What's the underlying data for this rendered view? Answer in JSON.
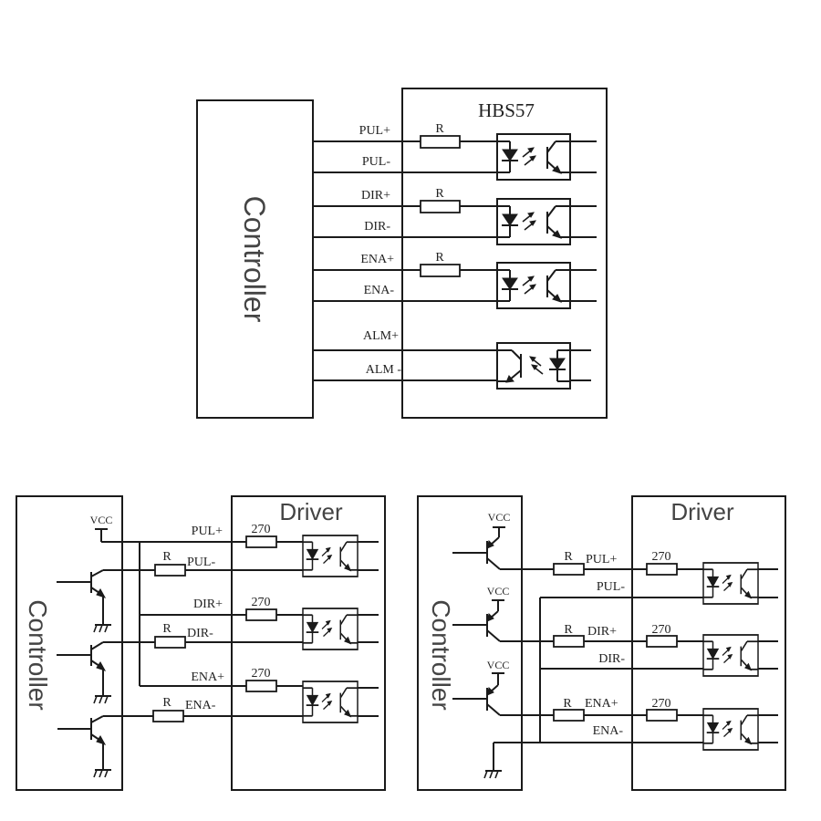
{
  "diagrams": {
    "top": {
      "controller_label": "Controller",
      "driver_label": "HBS57",
      "signals": [
        {
          "plus": "PUL+",
          "minus": "PUL-",
          "resistor": "R",
          "direction": "input"
        },
        {
          "plus": "DIR+",
          "minus": "DIR-",
          "resistor": "R",
          "direction": "input"
        },
        {
          "plus": "ENA+",
          "minus": "ENA-",
          "resistor": "R",
          "direction": "input"
        },
        {
          "plus": "ALM+",
          "minus": "ALM -",
          "resistor": null,
          "direction": "output"
        }
      ]
    },
    "bottom_left": {
      "title": "Common-anode (NPN sink) wiring",
      "controller_label": "Controller",
      "driver_label": "Driver",
      "supply_label": "VCC",
      "signals": [
        {
          "plus": "PUL+",
          "minus": "PUL-",
          "external_resistor": "R",
          "internal_resistor": "270"
        },
        {
          "plus": "DIR+",
          "minus": "DIR-",
          "external_resistor": "R",
          "internal_resistor": "270"
        },
        {
          "plus": "ENA+",
          "minus": "ENA-",
          "external_resistor": "R",
          "internal_resistor": "270"
        }
      ]
    },
    "bottom_right": {
      "title": "Common-cathode (PNP source) wiring",
      "controller_label": "Controller",
      "driver_label": "Driver",
      "supply_label": "VCC",
      "signals": [
        {
          "plus": "PUL+",
          "minus": "PUL-",
          "external_resistor": "R",
          "internal_resistor": "270"
        },
        {
          "plus": "DIR+",
          "minus": "DIR-",
          "external_resistor": "R",
          "internal_resistor": "270"
        },
        {
          "plus": "ENA+",
          "minus": "ENA-",
          "external_resistor": "R",
          "internal_resistor": "270"
        }
      ]
    }
  },
  "icons": {
    "optocoupler_input": "optocoupler-led-to-phototransistor",
    "optocoupler_output": "optocoupler-phototransistor-from-led",
    "npn_transistor": "npn-transistor",
    "pnp_transistor": "pnp-transistor",
    "ground": "ground-symbol",
    "resistor": "resistor"
  }
}
